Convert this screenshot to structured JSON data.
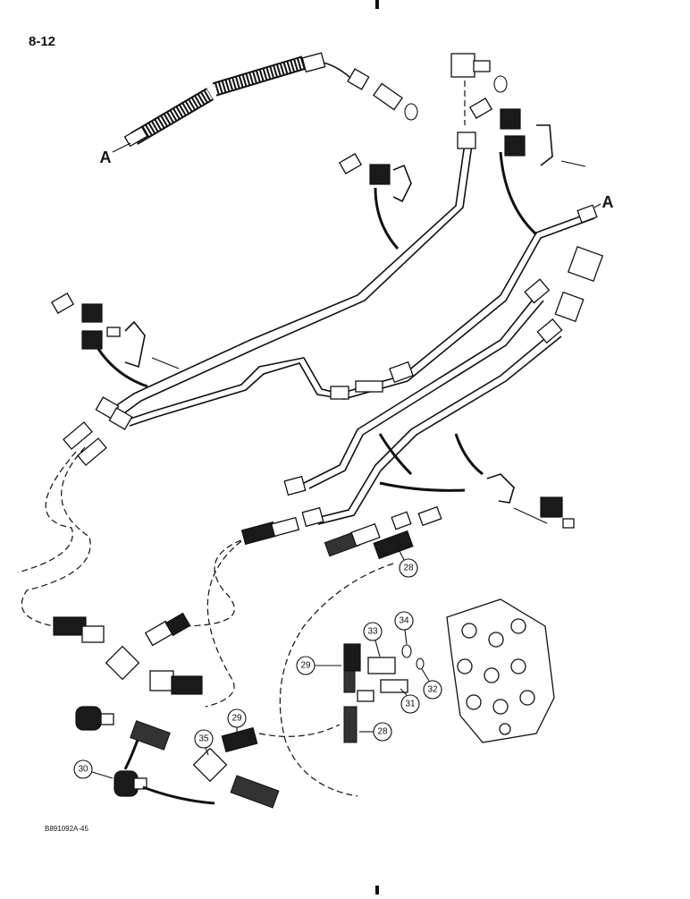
{
  "page_number": "8-12",
  "figure_id": "B891092A-45",
  "connection_letters": [
    "A",
    "A"
  ],
  "callouts": [
    "28",
    "28",
    "29",
    "29",
    "30",
    "31",
    "32",
    "33",
    "34",
    "35"
  ]
}
